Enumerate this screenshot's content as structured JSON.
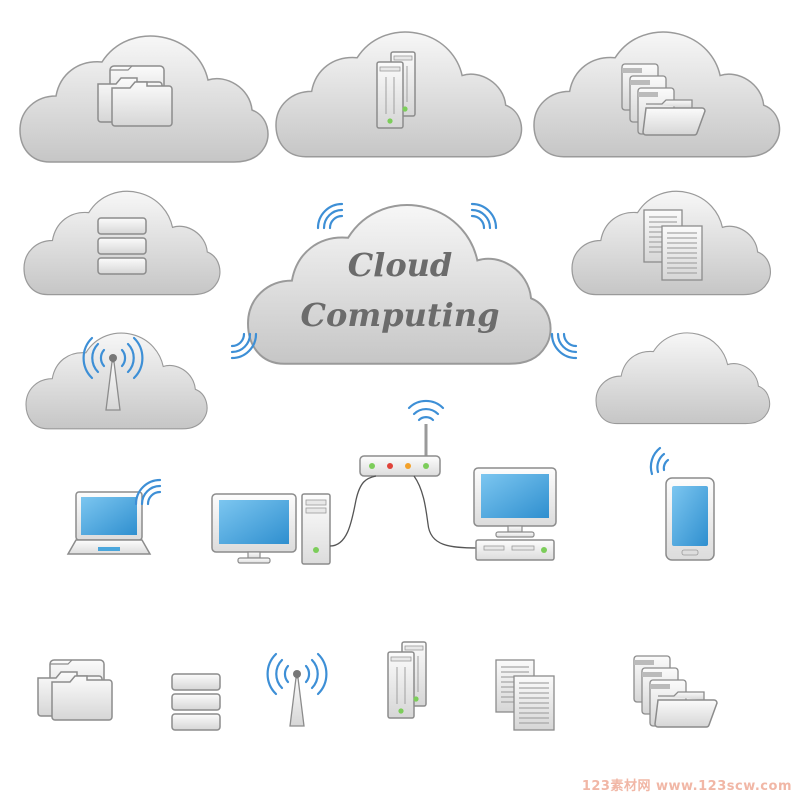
{
  "hero": {
    "line1": "Cloud",
    "line2": "Computing"
  },
  "watermark": "123素材网  www.123scw.com",
  "clouds": [
    {
      "name": "folders-cloud",
      "icon": "folders-icon"
    },
    {
      "name": "server-cloud",
      "icon": "server-tower-icon"
    },
    {
      "name": "open-folders-cloud",
      "icon": "open-folders-icon"
    },
    {
      "name": "database-cloud",
      "icon": "database-icon"
    },
    {
      "name": "documents-cloud",
      "icon": "documents-icon"
    },
    {
      "name": "antenna-cloud",
      "icon": "antenna-icon"
    },
    {
      "name": "empty-cloud",
      "icon": ""
    }
  ],
  "devices": [
    "laptop-icon",
    "desktop-computer-icon",
    "wifi-router-icon",
    "workstation-icon",
    "smartphone-icon"
  ],
  "icon_row": [
    "folders-icon",
    "database-icon",
    "antenna-icon",
    "server-tower-icon",
    "documents-icon",
    "open-folders-icon"
  ],
  "colors": {
    "cloud_fill_top": "#f6f6f6",
    "cloud_fill_bottom": "#c9c9c9",
    "cloud_stroke": "#9a9a9a",
    "screen_blue": "#4aa6dc",
    "signal_blue": "#3d8fd6",
    "title_gray": "#6b6b6b",
    "watermark": "#f1b7a6"
  }
}
